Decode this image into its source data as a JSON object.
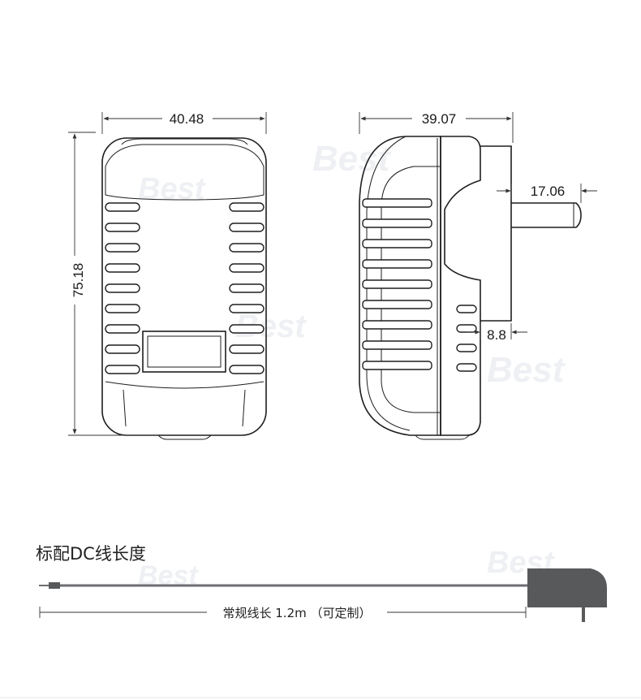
{
  "watermark_text": "Best",
  "dimensions": {
    "front_width": "40.48",
    "height": "75.18",
    "side_depth": "39.07",
    "pin_length": "17.06",
    "pin_offset": "8.8"
  },
  "cable": {
    "section_title": "标配DC线长度",
    "length_label": "常规线长 1.2m （可定制）"
  },
  "colors": {
    "line": "#1e1e1e",
    "plug_fill": "#58595b",
    "cable": "#6d6e71",
    "watermark": "#eef0f3"
  }
}
